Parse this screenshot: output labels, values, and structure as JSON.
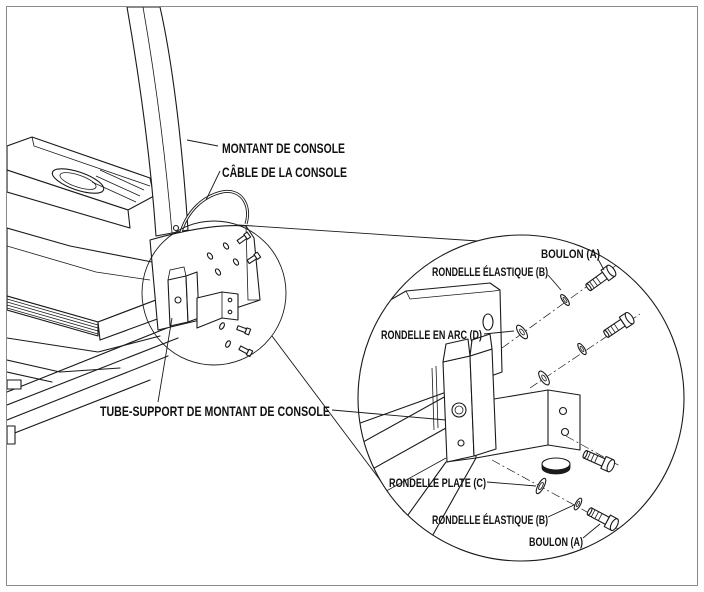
{
  "labels": {
    "console_upright": "MONTANT DE CONSOLE",
    "console_cable": "CÂBLE DE LA CONSOLE",
    "bolt_top": "BOULON (A)",
    "spring_washer_top": "RONDELLE ÉLASTIQUE (B)",
    "arc_washer": "RONDELLE EN ARC (D)",
    "upright_support_tube": "TUBE-SUPPORT DE MONTANT DE CONSOLE",
    "flat_washer": "RONDELLE PLATE (C)",
    "spring_washer_bottom": "RONDELLE ÉLASTIQUE (B)",
    "bolt_bottom": "BOULON (A)"
  },
  "colors": {
    "line": "#1a1a1a",
    "frame": "#8a8a8a",
    "background": "#ffffff"
  }
}
